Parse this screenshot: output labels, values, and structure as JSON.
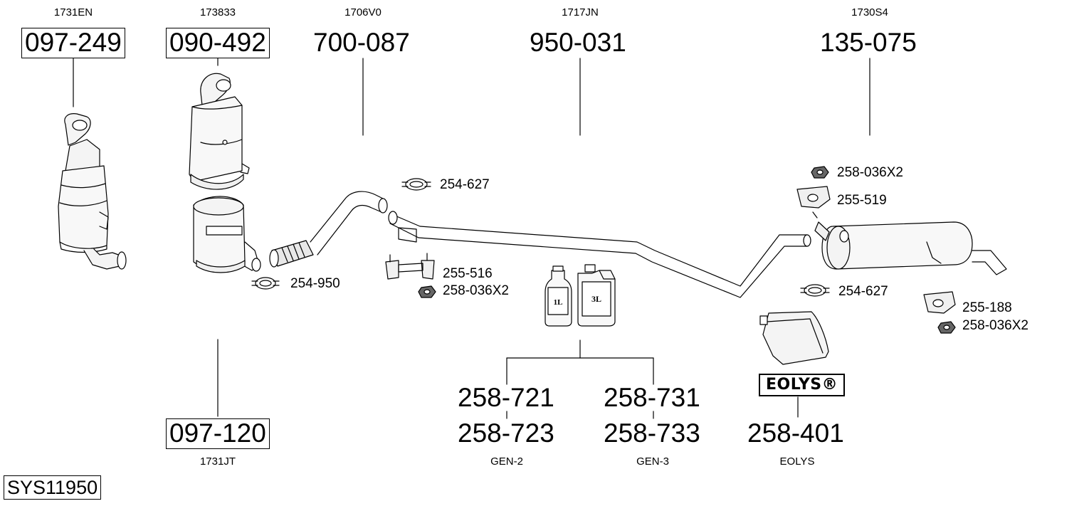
{
  "system_id": "SYS11950",
  "parts_top": [
    {
      "ref": "1731EN",
      "part": "097-249"
    },
    {
      "ref": "173833",
      "part": "090-492"
    },
    {
      "ref": "1706V0",
      "part": "700-087"
    },
    {
      "ref": "1717JN",
      "part": "950-031"
    },
    {
      "ref": "1730S4",
      "part": "135-075"
    }
  ],
  "parts_bottom": [
    {
      "ref": "1731JT",
      "part": "097-120"
    },
    {
      "ref": "GEN-2",
      "part_a": "258-721",
      "part_b": "258-723"
    },
    {
      "ref": "GEN-3",
      "part_a": "258-731",
      "part_b": "258-733"
    },
    {
      "ref": "EOLYS",
      "part": "258-401",
      "brand": "EOLYS®"
    }
  ],
  "accessories": {
    "clamp_front": "254-950",
    "clamp_mid": "254-627",
    "mount_mid": "255-516",
    "nut_mid": "258-036X2",
    "nut_rear_top": "258-036X2",
    "mount_rear_top": "255-519",
    "clamp_rear": "254-627",
    "mount_rear": "255-188",
    "nut_rear": "258-036X2"
  },
  "bottle_labels": {
    "small": "1L",
    "large": "3L"
  }
}
